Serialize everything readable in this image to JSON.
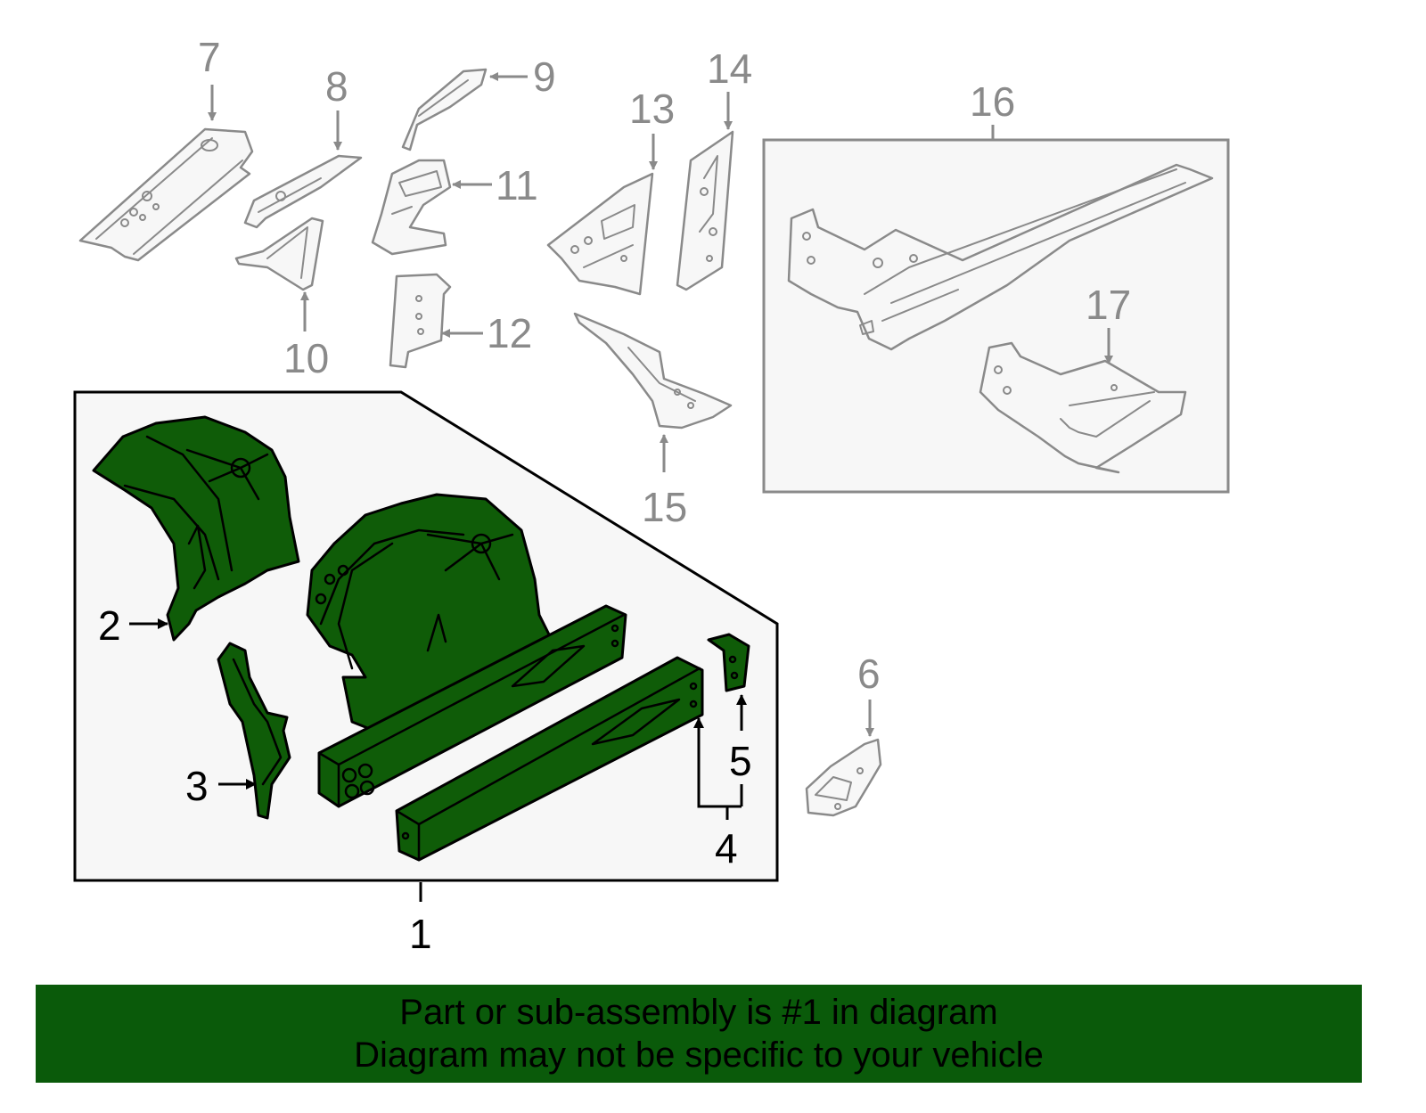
{
  "colors": {
    "part_green": "#0f5c08",
    "banner_green": "#0a5a0a",
    "outline_grey": "#8a8a8a",
    "panel_bg": "#f7f7f7"
  },
  "callouts": {
    "n1": "1",
    "n2": "2",
    "n3": "3",
    "n4": "4",
    "n5": "5",
    "n6": "6",
    "n7": "7",
    "n8": "8",
    "n9": "9",
    "n10": "10",
    "n11": "11",
    "n12": "12",
    "n13": "13",
    "n14": "14",
    "n15": "15",
    "n16": "16",
    "n17": "17"
  },
  "banner": {
    "line1": "Part or sub-assembly is #1 in diagram",
    "line2": "Diagram may not be specific to your vehicle"
  }
}
